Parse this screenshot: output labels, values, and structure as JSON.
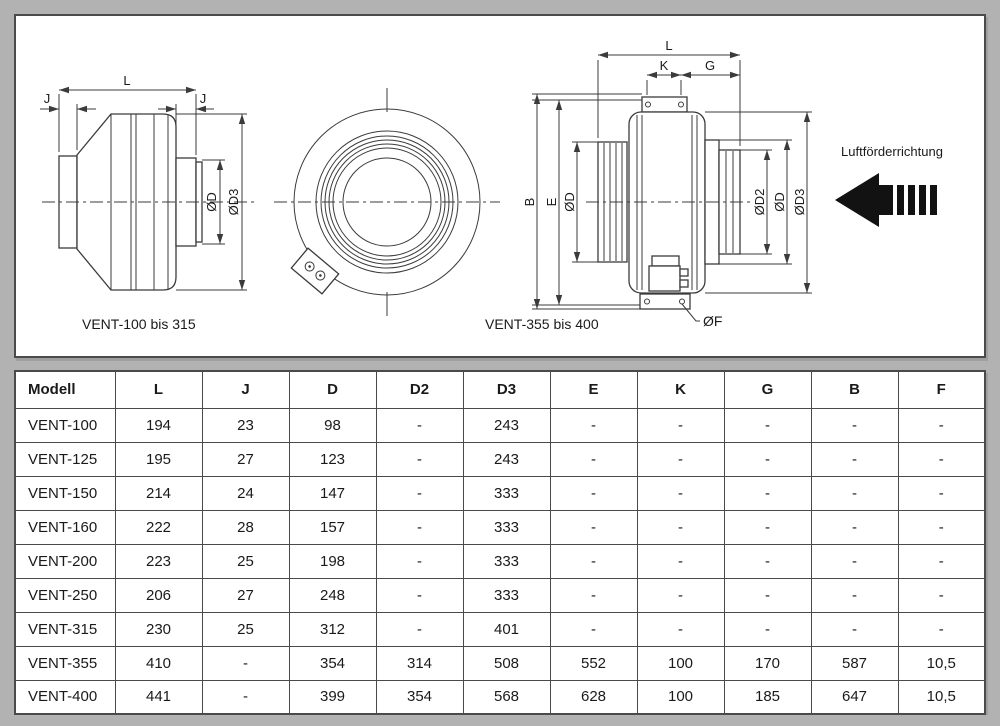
{
  "drawings": {
    "left": {
      "caption": "VENT-100 bis 315",
      "dim_L": "L",
      "dim_J": "J",
      "dim_D": "ØD",
      "dim_D3": "ØD3"
    },
    "right": {
      "caption": "VENT-355 bis 400",
      "dim_L": "L",
      "dim_K": "K",
      "dim_G": "G",
      "dim_B": "B",
      "dim_E": "E",
      "dim_D": "ØD",
      "dim_D2": "ØD2",
      "dim_D3": "ØD3",
      "dim_F": "ØF"
    },
    "airflow_label": "Luftförderrichtung"
  },
  "table": {
    "columns": [
      "Modell",
      "L",
      "J",
      "D",
      "D2",
      "D3",
      "E",
      "K",
      "G",
      "B",
      "F"
    ],
    "rows": [
      [
        "VENT-100",
        "194",
        "23",
        "98",
        "-",
        "243",
        "-",
        "-",
        "-",
        "-",
        "-"
      ],
      [
        "VENT-125",
        "195",
        "27",
        "123",
        "-",
        "243",
        "-",
        "-",
        "-",
        "-",
        "-"
      ],
      [
        "VENT-150",
        "214",
        "24",
        "147",
        "-",
        "333",
        "-",
        "-",
        "-",
        "-",
        "-"
      ],
      [
        "VENT-160",
        "222",
        "28",
        "157",
        "-",
        "333",
        "-",
        "-",
        "-",
        "-",
        "-"
      ],
      [
        "VENT-200",
        "223",
        "25",
        "198",
        "-",
        "333",
        "-",
        "-",
        "-",
        "-",
        "-"
      ],
      [
        "VENT-250",
        "206",
        "27",
        "248",
        "-",
        "333",
        "-",
        "-",
        "-",
        "-",
        "-"
      ],
      [
        "VENT-315",
        "230",
        "25",
        "312",
        "-",
        "401",
        "-",
        "-",
        "-",
        "-",
        "-"
      ],
      [
        "VENT-355",
        "410",
        "-",
        "354",
        "314",
        "508",
        "552",
        "100",
        "170",
        "587",
        "10,5"
      ],
      [
        "VENT-400",
        "441",
        "-",
        "399",
        "354",
        "568",
        "628",
        "100",
        "185",
        "647",
        "10,5"
      ]
    ]
  },
  "colors": {
    "background": "#b2b2b2",
    "line": "#3b3b3b",
    "border": "#4a4a4a",
    "text": "#1a1a1a",
    "panel": "#ffffff"
  }
}
